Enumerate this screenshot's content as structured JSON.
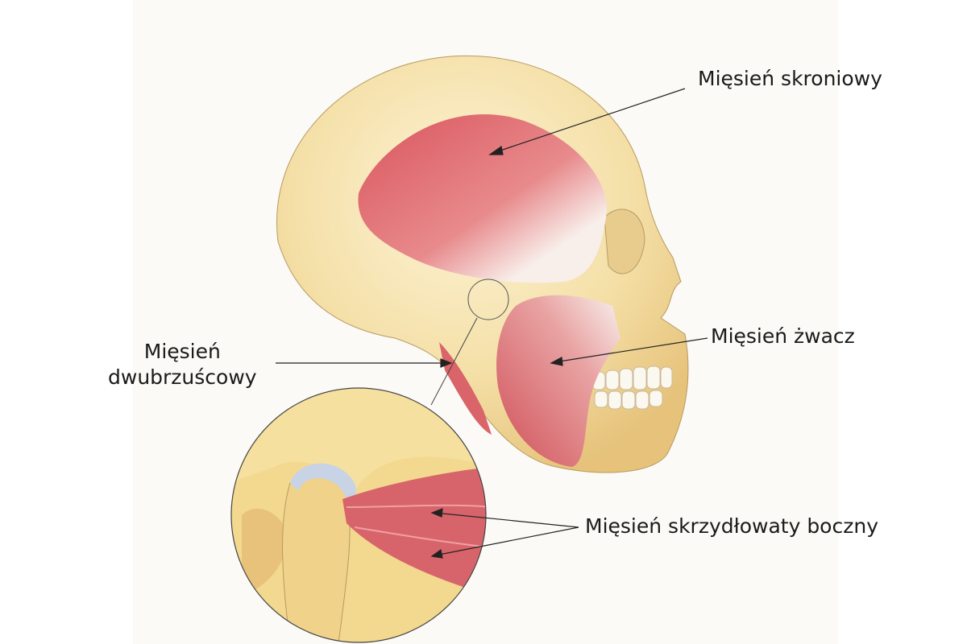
{
  "labels": {
    "temporal": "Mięsień skroniowy",
    "masseter": "Mięsień żwacz",
    "digastric_line1": "Mięsień",
    "digastric_line2": "dwubrzuścowy",
    "lateral_pterygoid": "Mięsień skrzydłowaty boczny"
  },
  "colors": {
    "bone": "#f3dca0",
    "muscle": "#d9646a",
    "tendon": "#f7f1ea",
    "paper": "#fbfaf6"
  }
}
